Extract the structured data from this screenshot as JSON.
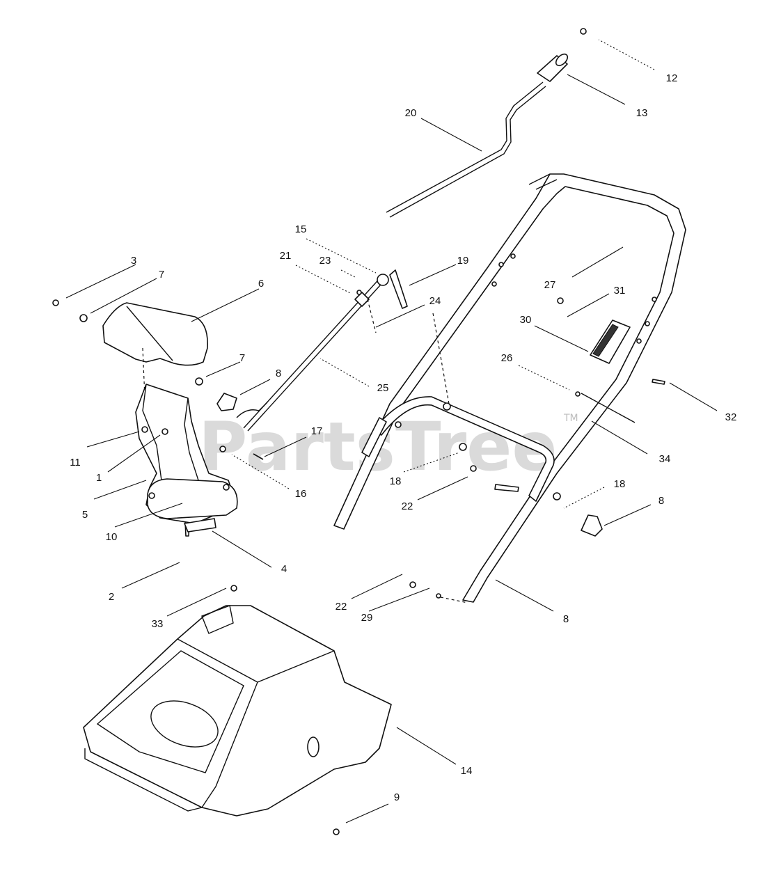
{
  "watermark": {
    "text": "PartsTree",
    "trademark": "TM"
  },
  "callouts": [
    {
      "id": "c1",
      "label": "12"
    },
    {
      "id": "c2",
      "label": "13"
    },
    {
      "id": "c3",
      "label": "20"
    },
    {
      "id": "c4",
      "label": "15"
    },
    {
      "id": "c5",
      "label": "23"
    },
    {
      "id": "c6",
      "label": "21"
    },
    {
      "id": "c7",
      "label": "19"
    },
    {
      "id": "c8",
      "label": "24"
    },
    {
      "id": "c9",
      "label": "27"
    },
    {
      "id": "c10",
      "label": "31"
    },
    {
      "id": "c11",
      "label": "30"
    },
    {
      "id": "c12",
      "label": "26"
    },
    {
      "id": "c13",
      "label": "32"
    },
    {
      "id": "c14",
      "label": "3"
    },
    {
      "id": "c15",
      "label": "7"
    },
    {
      "id": "c16",
      "label": "6"
    },
    {
      "id": "c17",
      "label": "7"
    },
    {
      "id": "c18",
      "label": "8"
    },
    {
      "id": "c19",
      "label": "25"
    },
    {
      "id": "c20",
      "label": "17"
    },
    {
      "id": "c21",
      "label": "11"
    },
    {
      "id": "c22",
      "label": "1"
    },
    {
      "id": "c23",
      "label": "16"
    },
    {
      "id": "c24",
      "label": "5"
    },
    {
      "id": "c25",
      "label": "10"
    },
    {
      "id": "c26",
      "label": "4"
    },
    {
      "id": "c27",
      "label": "2"
    },
    {
      "id": "c28",
      "label": "18"
    },
    {
      "id": "c29",
      "label": "22"
    },
    {
      "id": "c30",
      "label": "34"
    },
    {
      "id": "c31",
      "label": "18"
    },
    {
      "id": "c32",
      "label": "8"
    },
    {
      "id": "c33",
      "label": "22"
    },
    {
      "id": "c34",
      "label": "29"
    },
    {
      "id": "c35",
      "label": "8"
    },
    {
      "id": "c36",
      "label": "33"
    },
    {
      "id": "c37",
      "label": "14"
    },
    {
      "id": "c38",
      "label": "9"
    }
  ]
}
